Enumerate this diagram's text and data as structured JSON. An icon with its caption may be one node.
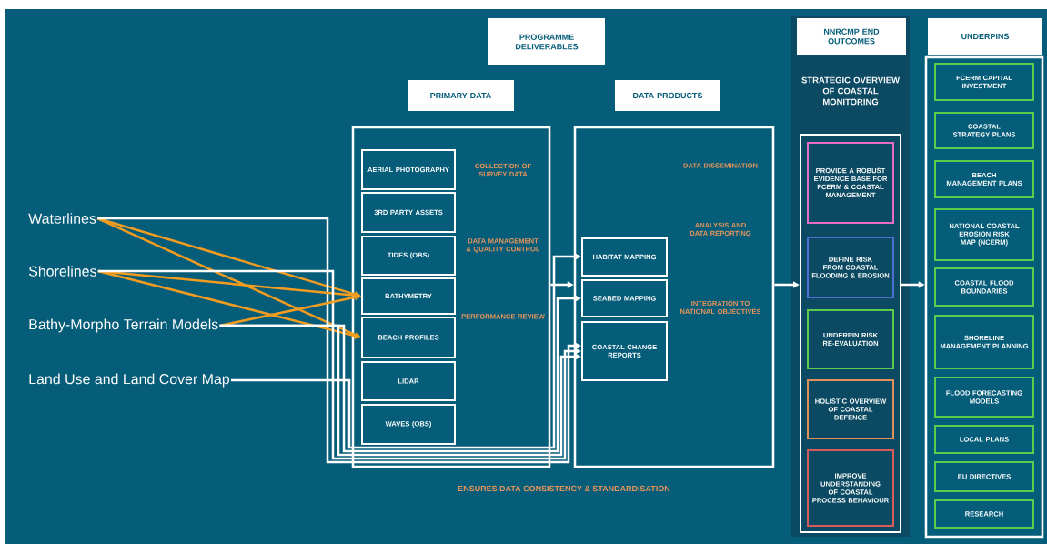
{
  "diagram": {
    "nodes": [
      {
        "text": [
          "Waterlines"
        ]
      },
      {
        "text": [
          "Shorelines"
        ]
      },
      {
        "text": [
          "Bathy-Morpho Terrain Models"
        ]
      },
      {
        "text": [
          "Land Use and Land Cover Map"
        ]
      },
      {
        "text": [
          "PROGRAMME DELIVERABLES"
        ]
      },
      {
        "text": [
          "PRIMARY DATA",
          "COLLECTION OF SURVEY DATA",
          "DATA MANAGEMENT & QUALITY CONTROL",
          "PERFORMANCE REVIEW"
        ]
      },
      {
        "text": [
          "AERIAL PHOTOGRAPHY"
        ],
        "in": 5
      },
      {
        "text": [
          "3RD PARTY ASSETS"
        ],
        "in": 5
      },
      {
        "text": [
          "TIDES (OBS)"
        ],
        "in": 5
      },
      {
        "text": [
          "BATHYMETRY"
        ],
        "in": 5
      },
      {
        "text": [
          "BEACH PROFILES"
        ],
        "in": 5
      },
      {
        "text": [
          "LIDAR"
        ],
        "in": 5
      },
      {
        "text": [
          "WAVES (OBS)"
        ],
        "in": 5
      },
      {
        "text": [
          "DATA PRODUCTS",
          "DATA DISSEMINATION",
          "ANALYSIS AND DATA REPORTING",
          "INTEGRATION TO NATIONAL OBJECTIVES"
        ]
      },
      {
        "text": [
          "HABITAT MAPPING"
        ],
        "in": 13
      },
      {
        "text": [
          "SEABED MAPPING"
        ],
        "in": 13
      },
      {
        "text": [
          "COASTAL CHANGE REPORTS"
        ],
        "in": 13
      },
      {
        "text": [
          "NNRCMP END OUTCOMES",
          "STRATEGIC OVERVIEW OF COASTAL MONITORING"
        ]
      },
      {
        "text": [],
        "shape": "box",
        "in": 17
      },
      {
        "text": [
          "PROVIDE A ROBUST EVIDENCE BASE FOR FCERM & COASTAL MANAGEMENT"
        ],
        "in": 18
      },
      {
        "text": [
          "DEFINE RISK FROM COASTAL FLOODING & EROSION"
        ],
        "in": 18
      },
      {
        "text": [
          "UNDERPIN RISK RE-EVALUATION"
        ],
        "in": 18
      },
      {
        "text": [
          "HOLISTIC OVERVIEW OF COASTAL DEFENCE"
        ],
        "in": 18
      },
      {
        "text": [
          "IMPROVE UNDERSTANDING OF COASTAL PROCESS BEHAVIOUR"
        ],
        "in": 18
      },
      {
        "text": [
          "UNDERPINS"
        ]
      },
      {
        "text": [
          "FCERM CAPITAL INVESTMENT"
        ],
        "in": 24
      },
      {
        "text": [
          "COASTAL STRATEGY PLANS"
        ],
        "in": 24
      },
      {
        "text": [
          "BEACH MANAGEMENT PLANS"
        ],
        "in": 24
      },
      {
        "text": [
          "NATIONAL COASTAL EROSION RISK MAP (NCERM)"
        ],
        "in": 24
      },
      {
        "text": [
          "COASTAL FLOOD BOUNDARIES"
        ],
        "in": 24
      },
      {
        "text": [
          "SHORELINE MANAGEMENT PLANNING"
        ],
        "in": 24
      },
      {
        "text": [
          "FLOOD FORECASTING MODELS"
        ],
        "in": 24
      },
      {
        "text": [
          "LOCAL PLANS"
        ],
        "in": 24
      },
      {
        "text": [
          "EU DIRECTIVES"
        ],
        "in": 24
      },
      {
        "text": [
          "RESEARCH"
        ],
        "in": 24
      }
    ],
    "edges": [
      {
        "from": 0,
        "to": 9,
        "arrow": "to",
        "color": "#f39c1f"
      },
      {
        "from": 0,
        "to": 10,
        "arrow": "to",
        "color": "#f39c1f"
      },
      {
        "from": 0,
        "to": 16,
        "arrow": "to"
      },
      {
        "from": 1,
        "to": 9,
        "arrow": "to",
        "color": "#f39c1f"
      },
      {
        "from": 1,
        "to": 10,
        "arrow": "to",
        "color": "#f39c1f"
      },
      {
        "from": 1,
        "to": 16,
        "arrow": "to"
      },
      {
        "from": 2,
        "to": 9,
        "arrow": "to",
        "color": "#f39c1f"
      },
      {
        "from": 2,
        "to": 15,
        "arrow": "to"
      },
      {
        "from": 2,
        "to": 16,
        "arrow": "to"
      },
      {
        "from": 3,
        "to": 14,
        "arrow": "to"
      },
      {
        "from": 5,
        "to": 13,
        "arrow": "to"
      },
      {
        "from": 13,
        "to": 18,
        "arrow": "to"
      },
      {
        "from": 18,
        "to": 24,
        "arrow": "to"
      }
    ],
    "labels": [
      "ENSURES DATA CONSISTENCY & STANDARDISATION"
    ]
  }
}
